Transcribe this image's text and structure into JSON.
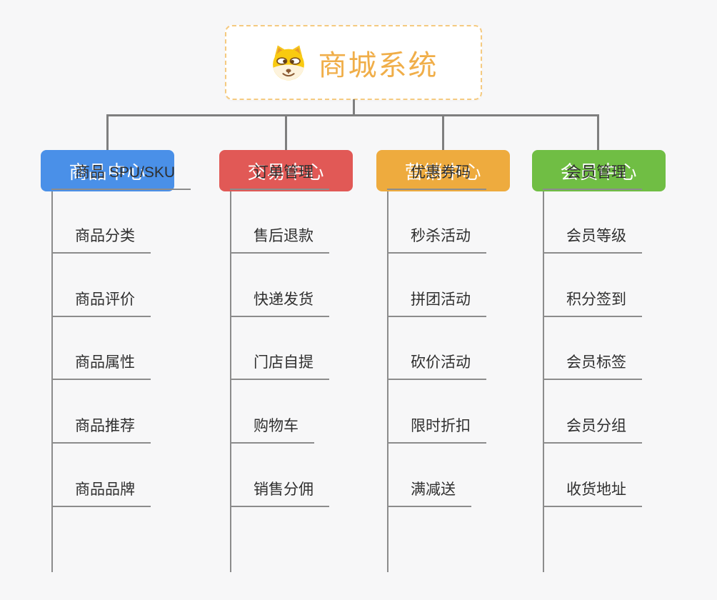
{
  "canvas": {
    "background": "#f7f7f8",
    "connector_color": "#7f7f7f"
  },
  "root": {
    "label": "商城系统",
    "icon": "doge-icon",
    "text_color": "#f0ae49",
    "border_color": "#f5ca80",
    "background": "#ffffff"
  },
  "branches": [
    {
      "label": "商品中心",
      "color": "#4a90e8",
      "items": [
        "商品 SPU/SKU",
        "商品分类",
        "商品评价",
        "商品属性",
        "商品推荐",
        "商品品牌"
      ]
    },
    {
      "label": "交易中心",
      "color": "#e15956",
      "items": [
        "订单管理",
        "售后退款",
        "快递发货",
        "门店自提",
        "购物车",
        "销售分佣"
      ]
    },
    {
      "label": "营销中心",
      "color": "#eeab3e",
      "items": [
        "优惠券码",
        "秒杀活动",
        "拼团活动",
        "砍价活动",
        "限时折扣",
        "满减送"
      ]
    },
    {
      "label": "会员中心",
      "color": "#70be44",
      "items": [
        "会员管理",
        "会员等级",
        "积分签到",
        "会员标签",
        "会员分组",
        "收货地址"
      ]
    }
  ]
}
